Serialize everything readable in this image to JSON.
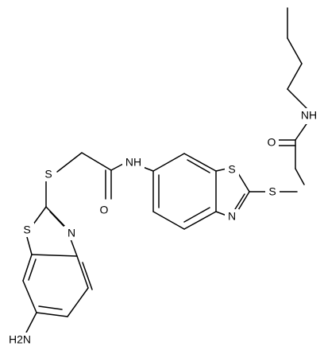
{
  "molecule": {
    "atoms": {
      "amine_label": "H2N",
      "ring1_sulfur": "S",
      "ring1_nitrogen": "N",
      "thioether1_sulfur": "S",
      "amide1_oxygen": "O",
      "amide1_nitrogen": "NH",
      "ring2_sulfur": "S",
      "ring2_nitrogen": "N",
      "thioether2_sulfur": "S",
      "amide2_oxygen": "O",
      "amide2_nitrogen": "NH"
    }
  },
  "colors": {
    "bond": "#000000",
    "text": "#000000",
    "background": "#ffffff"
  }
}
